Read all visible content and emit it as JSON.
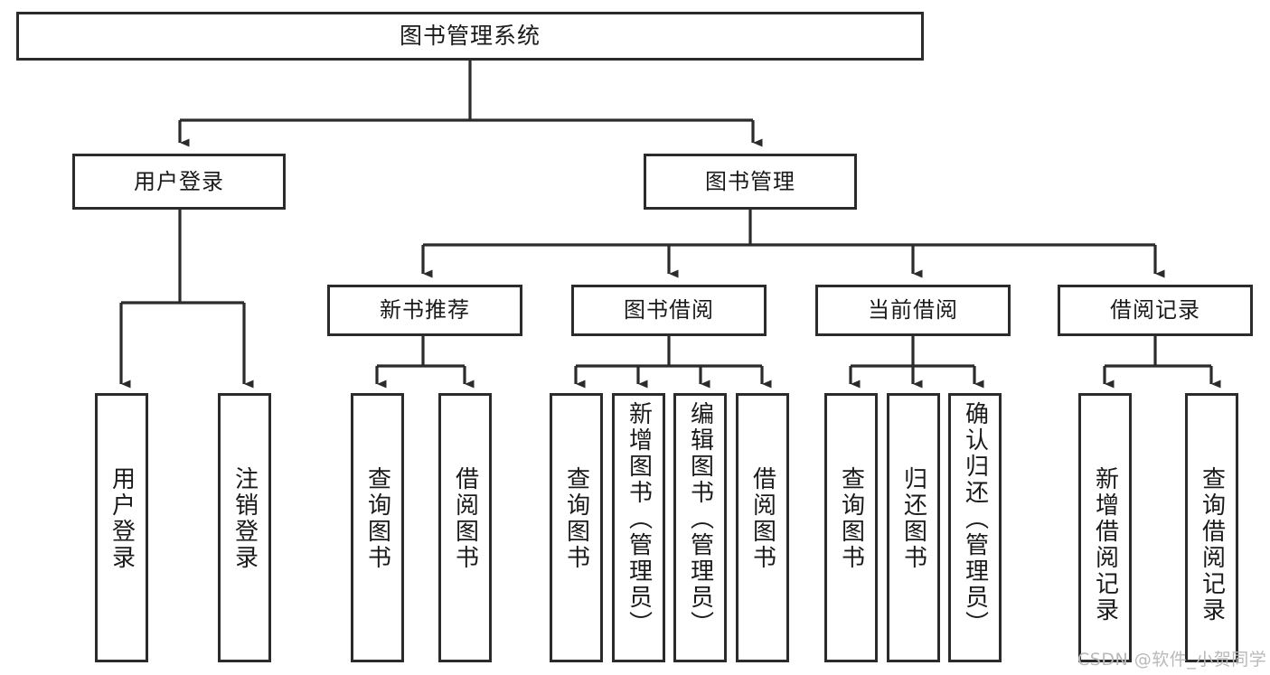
{
  "diagram": {
    "title": "图书管理系统",
    "type": "functional-structure-tree",
    "root": {
      "label": "图书管理系统"
    },
    "level1": [
      {
        "id": "user-login",
        "label": "用户登录"
      },
      {
        "id": "book-management",
        "label": "图书管理"
      }
    ],
    "level2": [
      {
        "id": "new-book-recommend",
        "label": "新书推荐",
        "parent": "book-management"
      },
      {
        "id": "book-borrow",
        "label": "图书借阅",
        "parent": "book-management"
      },
      {
        "id": "current-borrow",
        "label": "当前借阅",
        "parent": "book-management"
      },
      {
        "id": "borrow-record",
        "label": "借阅记录",
        "parent": "book-management"
      }
    ],
    "leaves": [
      {
        "id": "leaf-user-login",
        "label": "用户登录",
        "parent": "user-login"
      },
      {
        "id": "leaf-logout-login",
        "label": "注销登录",
        "parent": "user-login"
      },
      {
        "id": "leaf-query-book-1",
        "label": "查询图书",
        "parent": "new-book-recommend"
      },
      {
        "id": "leaf-borrow-book-1",
        "label": "借阅图书",
        "parent": "new-book-recommend"
      },
      {
        "id": "leaf-query-book-2",
        "label": "查询图书",
        "parent": "book-borrow"
      },
      {
        "id": "leaf-add-book",
        "label": "新增图书（管理员）",
        "parent": "book-borrow"
      },
      {
        "id": "leaf-edit-book",
        "label": "编辑图书（管理员）",
        "parent": "book-borrow"
      },
      {
        "id": "leaf-borrow-book-2",
        "label": "借阅图书",
        "parent": "book-borrow"
      },
      {
        "id": "leaf-query-book-3",
        "label": "查询图书",
        "parent": "current-borrow"
      },
      {
        "id": "leaf-return-book",
        "label": "归还图书",
        "parent": "current-borrow"
      },
      {
        "id": "leaf-confirm-return",
        "label": "确认归还（管理员）",
        "parent": "current-borrow"
      },
      {
        "id": "leaf-add-record",
        "label": "新增借阅记录",
        "parent": "borrow-record"
      },
      {
        "id": "leaf-query-record",
        "label": "查询借阅记录",
        "parent": "borrow-record"
      }
    ],
    "colors": {
      "stroke": "#2b2b2b",
      "fill": "#ffffff",
      "text": "#1a1a1a",
      "watermark": "#b9b9b9"
    }
  },
  "watermark": {
    "text": "CSDN @软件_小贺同学"
  }
}
